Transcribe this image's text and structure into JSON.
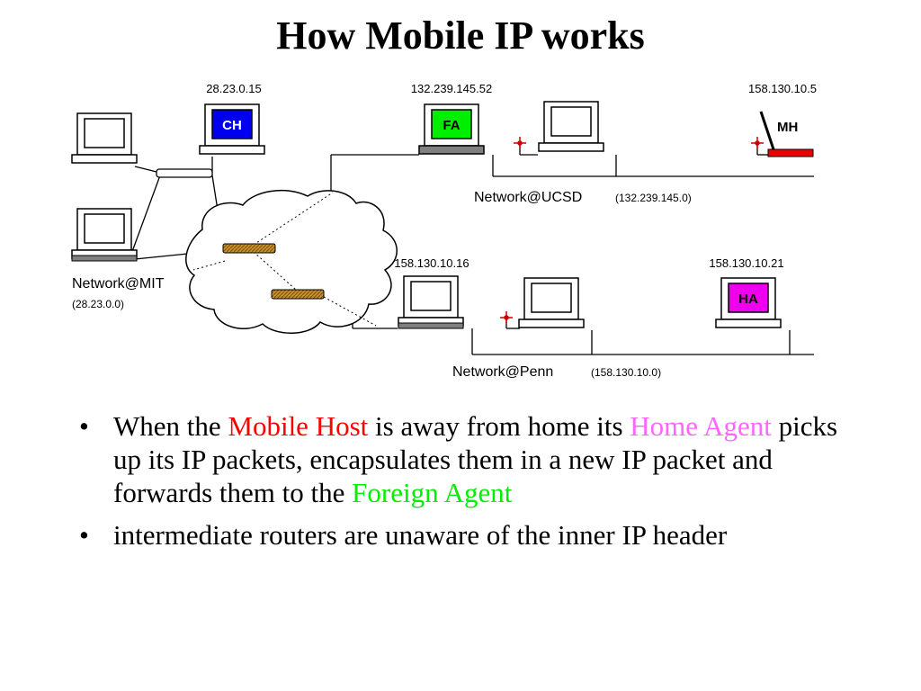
{
  "title": "How Mobile IP works",
  "nodes": {
    "ch": {
      "ip": "28.23.0.15",
      "label": "CH"
    },
    "fa": {
      "ip": "132.239.145.52",
      "label": "FA"
    },
    "mh": {
      "ip": "158.130.10.5",
      "label": "MH"
    },
    "penn_router": {
      "ip": "158.130.10.16"
    },
    "ha": {
      "ip": "158.130.10.21",
      "label": "HA"
    }
  },
  "networks": {
    "mit": {
      "name": "Network@MIT",
      "addr": "(28.23.0.0)"
    },
    "ucsd": {
      "name": "Network@UCSD",
      "addr": "(132.239.145.0)"
    },
    "penn": {
      "name": "Network@Penn",
      "addr": "(158.130.10.0)"
    }
  },
  "colors": {
    "ch": "#0000ee",
    "fa": "#00ee00",
    "ha": "#ee00ee",
    "mh_base": "#ee0000",
    "router": "#b8860b",
    "mobile_host_text": "#ff0000",
    "home_agent_text": "#ff66ff",
    "foreign_agent_text": "#00ee00"
  },
  "bullets": [
    {
      "p1": "When the ",
      "mobile_host": "Mobile Host",
      "p2": " is away from home its ",
      "home_agent": "Home Agent",
      "p3": " picks up its IP packets, encapsulates them in a new IP packet and forwards them to the ",
      "foreign_agent": "Foreign Agent"
    },
    {
      "text": "intermediate routers are unaware of the inner IP header"
    }
  ]
}
